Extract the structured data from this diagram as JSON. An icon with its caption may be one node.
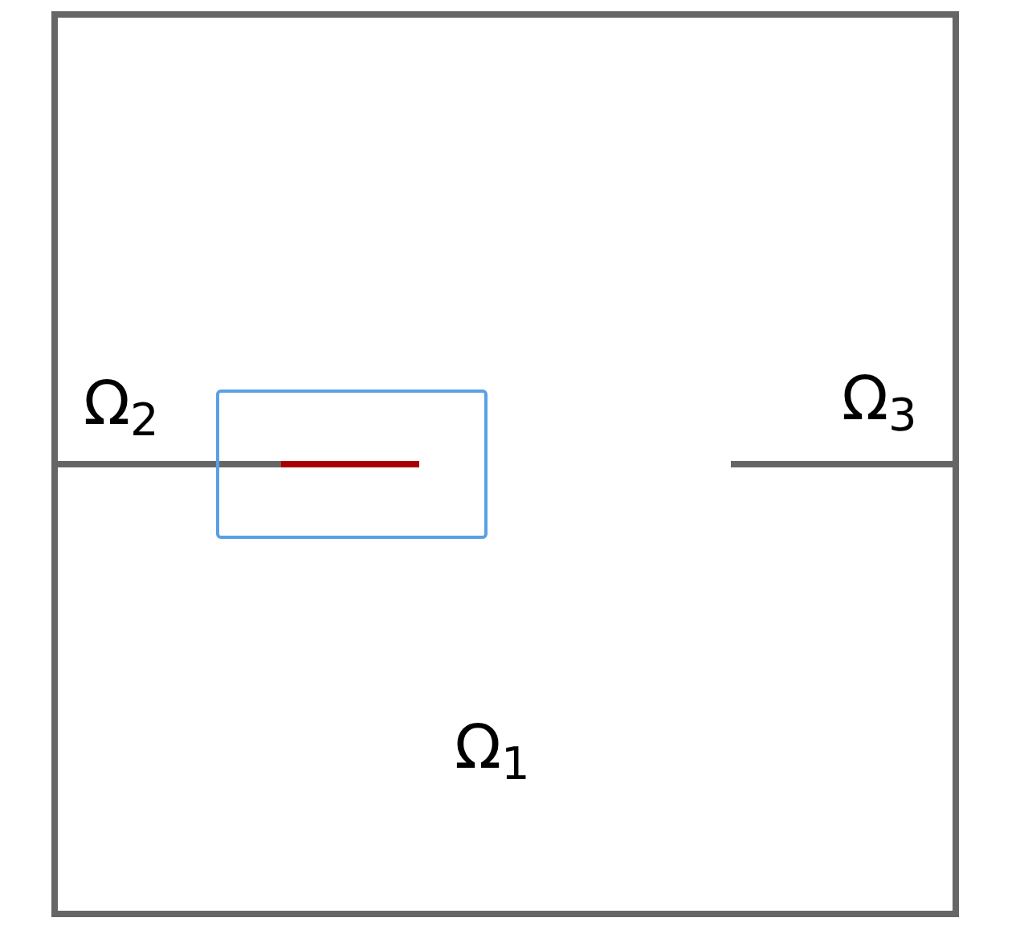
{
  "diagram": {
    "labels": [
      "Ω$_{2}$",
      "Ω$_{3}$",
      "Ω$_{1}$"
    ]
  }
}
